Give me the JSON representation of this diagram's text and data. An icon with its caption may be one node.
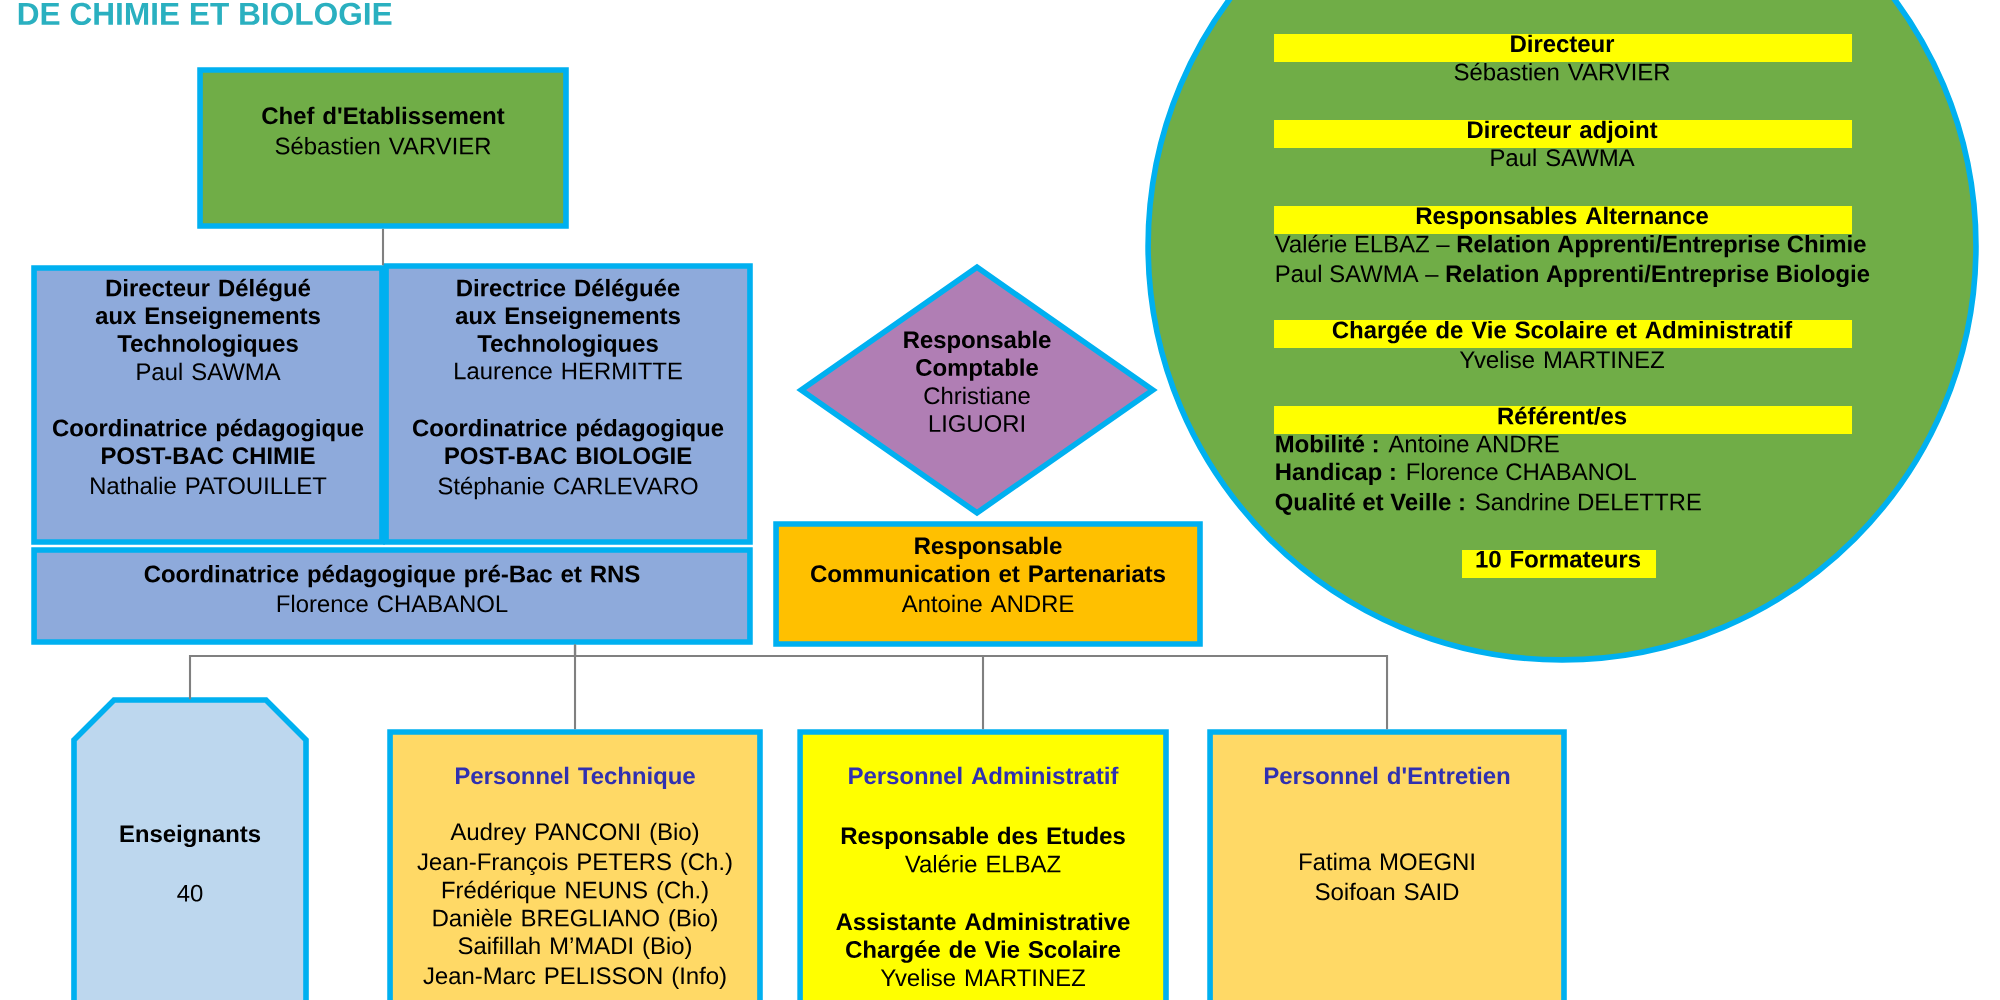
{
  "diagram": {
    "nodes": [
      {
        "text": [
          "Chef d'Etablissement",
          "Sébastien VARVIER"
        ]
      },
      {
        "text": [
          "Directeur Délégué aux Enseignements Technologiques",
          "Paul SAWMA",
          "Coordinatrice pédagogique POST-BAC CHIMIE",
          "Nathalie PATOUILLET"
        ]
      },
      {
        "text": [
          "Directrice Déléguée aux Enseignements Technologiques",
          "Laurence HERMITTE",
          "Coordinatrice pédagogique POST-BAC BIOLOGIE",
          "Stéphanie CARLEVARO"
        ]
      },
      {
        "text": [
          "Coordinatrice pédagogique pré-Bac et RNS",
          "Florence CHABANOL"
        ]
      },
      {
        "text": [
          "Responsable Comptable",
          "Christiane LIGUORI"
        ]
      },
      {
        "text": [
          "Responsable",
          "Communication et Partenariats",
          "Antoine ANDRE"
        ]
      },
      {
        "text": [
          "Directeur",
          "Sébastien VARVIER",
          "Directeur adjoint",
          "Paul SAWMA",
          "Responsables Alternance",
          "Valérie ELBAZ – **Relation Apprenti/Entreprise Chimie**",
          "Paul SAWMA – **Relation Apprenti/Entreprise Biologie**",
          "Chargée de Vie Scolaire et Administratif",
          "Yvelise MARTINEZ",
          "Référent/es",
          "**Mobilité :** Antoine ANDRE",
          "**Handicap :**  Florence CHABANOL",
          "**Qualité et Veille :** Sandrine DELETTRE",
          "10 Formateurs"
        ]
      },
      {
        "text": [
          "Enseignants",
          "40"
        ]
      },
      {
        "text": [
          "Personnel Technique",
          "Audrey PANCONI (Bio)",
          "Jean-François PETERS (Ch.)",
          "Frédérique NEUNS (Ch.)",
          "Danièle BREGLIANO (Bio)",
          "Saifillah M’MADI (Bio)",
          "Jean-Marc PELISSON (Info)"
        ]
      },
      {
        "text": [
          "Personnel Administratif",
          "Responsable des Etudes",
          "Valérie ELBAZ",
          "Assistante Administrative Chargée de Vie Scolaire",
          "Yvelise MARTINEZ"
        ]
      },
      {
        "text": [
          "Personnel d'Entretien",
          "Fatima MOEGNI",
          "Soifoan SAID"
        ]
      }
    ],
    "edges": [
      {
        "from": 0,
        "to": 1,
        "arrow": "none"
      },
      {
        "from": 3,
        "to": 7,
        "arrow": "none"
      },
      {
        "from": 3,
        "to": 8,
        "arrow": "none"
      },
      {
        "from": 3,
        "to": 9,
        "arrow": "none"
      },
      {
        "from": 3,
        "to": 10,
        "arrow": "none"
      }
    ],
    "labels": [
      "DE CHIMIE ET BIOLOGIE"
    ]
  }
}
